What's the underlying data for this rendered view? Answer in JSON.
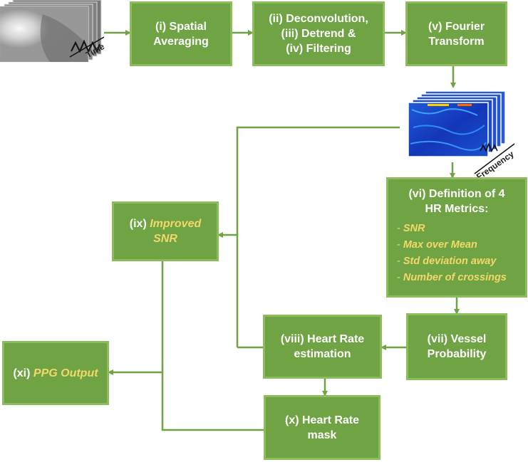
{
  "input_image": {
    "axis_label": "Time"
  },
  "spectrum_image": {
    "axis_label": "Frequency"
  },
  "boxes": {
    "spatial": {
      "line1": "(i) Spatial",
      "line2": "Averaging"
    },
    "deconv": {
      "line1": "(ii) Deconvolution,",
      "line2": "(iii) Detrend &",
      "line3": "(iv) Filtering"
    },
    "fourier": {
      "line1": "(v) Fourier",
      "line2": "Transform"
    },
    "metrics": {
      "line1": "(vi) Definition  of 4",
      "line2": "HR Metrics:",
      "items": [
        "SNR",
        "Max over Mean",
        "Std deviation away",
        "Number of crossings"
      ]
    },
    "vessel": {
      "line1": "(vii) Vessel",
      "line2": "Probability"
    },
    "hr_est": {
      "line1": "(viii) Heart Rate",
      "line2": "estimation"
    },
    "improved": {
      "prefix": "(ix) ",
      "highlight1": "Improved",
      "highlight2": "SNR"
    },
    "hr_mask": {
      "line1": "(x) Heart Rate",
      "line2": "mask"
    },
    "ppg": {
      "prefix": "(xi) ",
      "highlight": "PPG Output"
    }
  },
  "colors": {
    "box_fill": "#6fa344",
    "box_border": "#8cbc5c",
    "highlight": "#f3d86a",
    "connector": "#6fa344"
  }
}
